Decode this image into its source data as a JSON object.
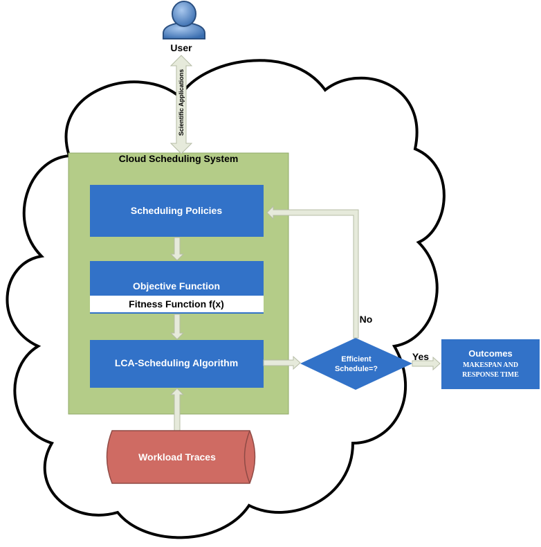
{
  "user": {
    "label": "User"
  },
  "connector": {
    "label": "Scientific Applications"
  },
  "system": {
    "title": "Cloud Scheduling System"
  },
  "boxes": {
    "policies": "Scheduling Policies",
    "objective": "Objective Function",
    "fitness": "Fitness Function f(x)",
    "algorithm": "LCA-Scheduling Algorithm"
  },
  "decision": {
    "line1": "Efficient",
    "line2": "Schedule=?",
    "no": "No",
    "yes": "Yes"
  },
  "outcomes": {
    "title": "Outcomes",
    "line1": "MAKESPAN AND",
    "line2": "RESPONSE TIME"
  },
  "workload": {
    "label": "Workload Traces"
  },
  "colors": {
    "box_blue": "#3272c8",
    "green_panel": "#b4cc88",
    "arrow_fill": "#e6eadb",
    "cylinder": "#cf6b63",
    "user_blue": "#5b8dc9"
  }
}
